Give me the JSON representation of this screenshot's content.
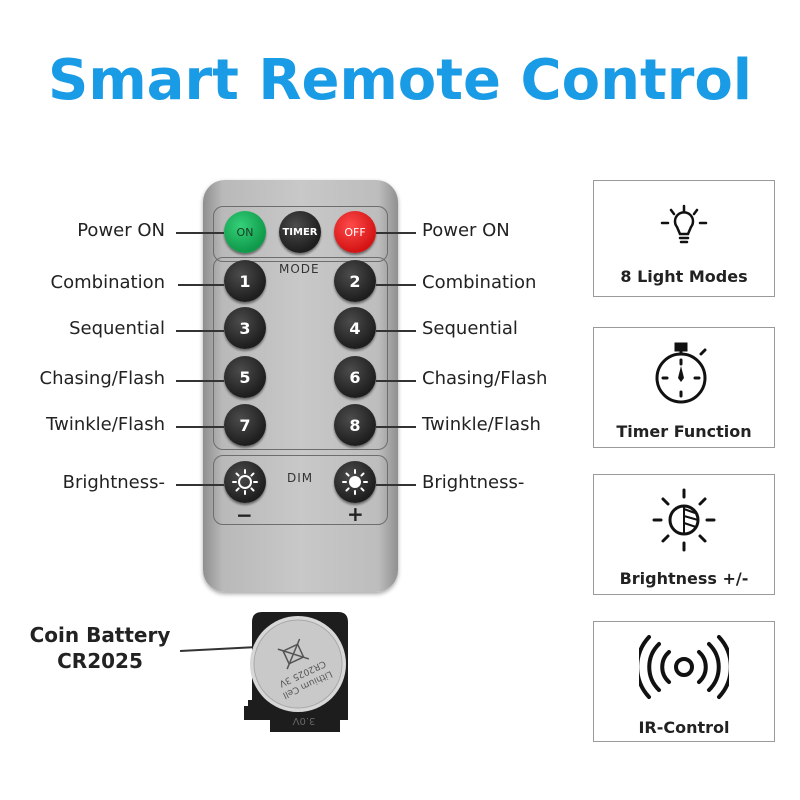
{
  "title": "Smart Remote Control",
  "remote": {
    "on": "ON",
    "timer": "TIMER",
    "off": "OFF",
    "mode": "MODE",
    "dim": "DIM",
    "minus": "−",
    "plus": "+",
    "buttons": [
      "1",
      "2",
      "3",
      "4",
      "5",
      "6",
      "7",
      "8"
    ]
  },
  "labels_left": [
    "Power ON",
    "Combination",
    "Sequential",
    "Chasing/Flash",
    "Twinkle/Flash",
    "Brightness-"
  ],
  "labels_right": [
    "Power ON",
    "Combination",
    "Sequential",
    "Chasing/Flash",
    "Twinkle/Flash",
    "Brightness-"
  ],
  "battery": {
    "line1": "Coin Battery",
    "line2": "CR2025",
    "print1": "Lithium Cell",
    "print2": "CR2025 3V",
    "print3": "3.0V"
  },
  "features": [
    {
      "label": "8 Light Modes",
      "icon": "bulb-icon"
    },
    {
      "label": "Timer Function",
      "icon": "stopwatch-icon"
    },
    {
      "label": "Brightness +/-",
      "icon": "brightness-icon"
    },
    {
      "label": "IR-Control",
      "icon": "signal-icon"
    }
  ],
  "colors": {
    "title": "#1a9be6",
    "on": "#19b25e",
    "off": "#e51d1d",
    "remote": "#c4c4c4"
  }
}
